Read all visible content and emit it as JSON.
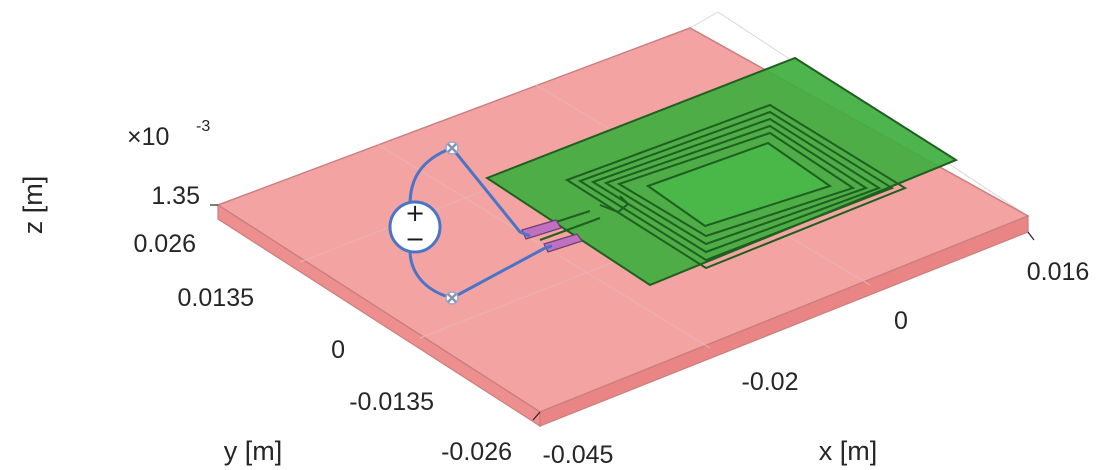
{
  "axes": {
    "x_label": "x [m]",
    "y_label": "y [m]",
    "z_label": "z [m]",
    "z_multiplier_base": "×10",
    "z_multiplier_exp": "-3",
    "x_ticks": [
      "-0.045",
      "-0.02",
      "0",
      "0.016"
    ],
    "y_ticks": [
      "-0.026",
      "-0.0135",
      "0",
      "0.0135",
      "0.026"
    ],
    "z_ticks": [
      "1.35"
    ]
  },
  "source": {
    "plus": "+",
    "minus": "−"
  },
  "colors": {
    "substrate": "#f4a3a3",
    "substrate_edge": "#d98d8d",
    "metal_layer": "#3fae3f",
    "feed_line": "#4a74c7",
    "port": "#c070c0"
  }
}
